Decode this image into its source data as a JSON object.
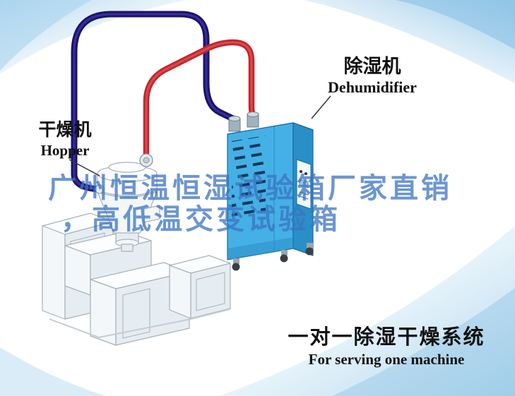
{
  "diagram": {
    "dehumidifier_label": {
      "zh": "除湿机",
      "en": "Dehumidifier"
    },
    "hopper_label": {
      "zh": "干燥机",
      "en": "Hopper"
    },
    "caption": {
      "zh": "一对一除湿干燥系统",
      "en": "For serving one machine"
    },
    "watermark": {
      "line1": "广州恒温恒湿试验箱厂家直销",
      "line2": "，高低温交变试验箱",
      "color": "#3b73c2"
    },
    "colors": {
      "pipe_red": "#c1272d",
      "pipe_red_highlight": "#e04f4f",
      "pipe_blue": "#1b1464",
      "pipe_blue_highlight": "#3a30b0",
      "dehumidifier_front": "#45b0e5",
      "dehumidifier_side": "#2a8fc7",
      "dehumidifier_top": "#a8ddf5",
      "vent_slot": "#0d3a5c",
      "swoosh_blue": "#9ccbe8"
    }
  }
}
